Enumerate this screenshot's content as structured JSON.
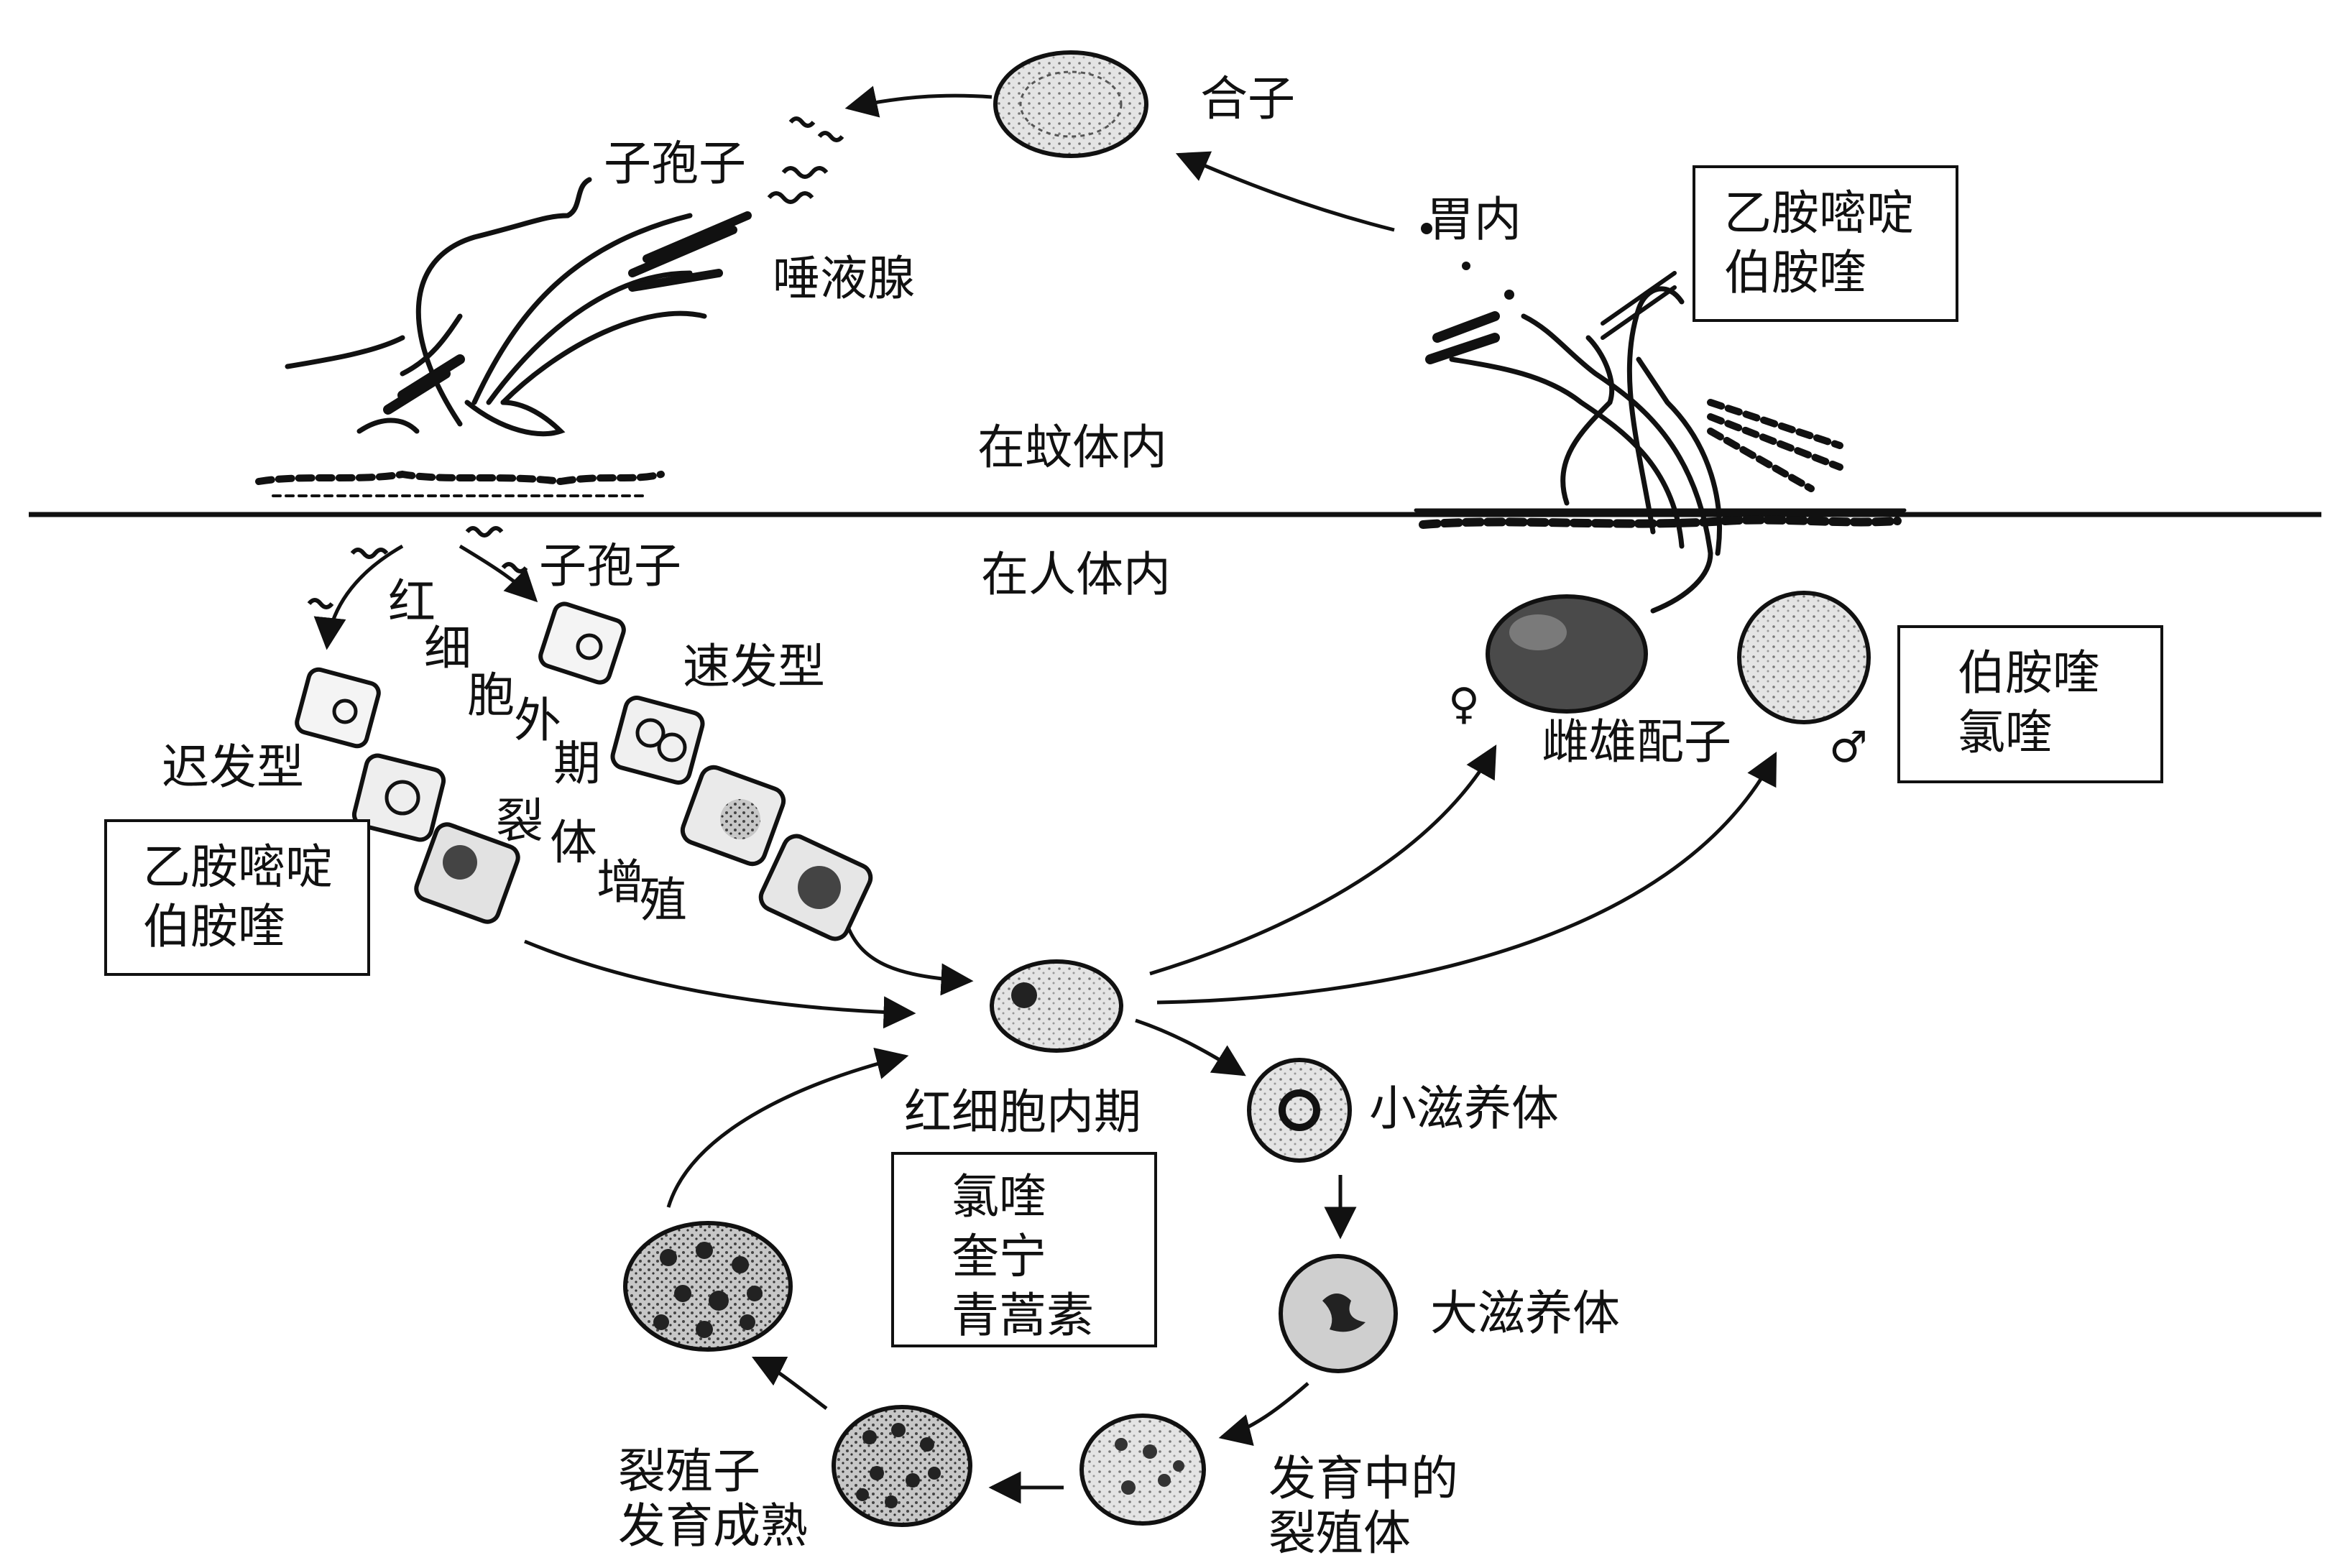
{
  "labels": {
    "zygote": "合子",
    "sporozoite_mosquito": "子孢子",
    "salivary_gland": "唾液腺",
    "stomach": "胃内",
    "in_mosquito": "在蚊体内",
    "in_human": "在人体内",
    "sporozoite_human": "子孢子",
    "tachysporozoite": "速发型",
    "bradysporozoite": "迟发型",
    "exo_erythrocytic_phase": [
      "红",
      "细",
      "胞",
      "外",
      "期"
    ],
    "schizogony": [
      "裂",
      "体",
      "增",
      "殖"
    ],
    "gametocytes": "雌雄配子",
    "female_symbol": "♀",
    "male_symbol": "♂",
    "erythrocytic_phase": "红细胞内期",
    "small_trophozoite": "小滋养体",
    "large_trophozoite": "大滋养体",
    "developing_schizont": [
      "发育中的",
      "裂殖体"
    ],
    "mature_merozoite": [
      "裂殖子",
      "发育成熟"
    ]
  },
  "drug_boxes": {
    "top_right": [
      "乙胺嘧啶",
      "伯胺喹"
    ],
    "gametocyte": [
      "伯胺喹",
      "氯喹"
    ],
    "dormant": [
      "乙胺嘧啶",
      "伯胺喹"
    ],
    "erythrocytic": [
      "氯喹",
      "奎宁",
      "青蒿素"
    ]
  },
  "colors": {
    "ink": "#111111",
    "cell_fill": "#d9d9d9",
    "dark_fill": "#3a3a3a",
    "background": "#ffffff"
  }
}
